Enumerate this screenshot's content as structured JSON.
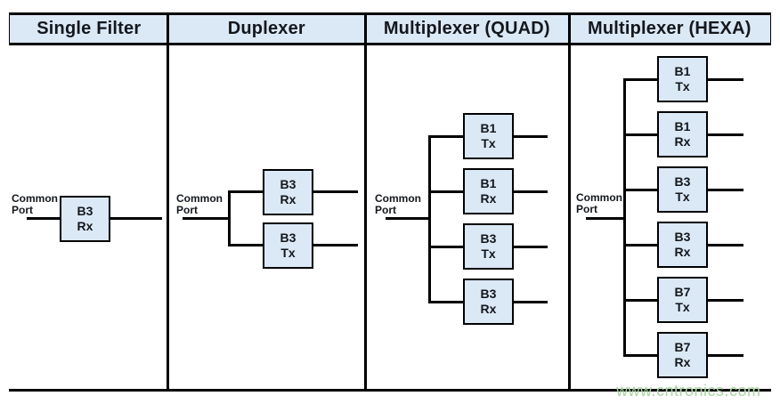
{
  "colors": {
    "cell_fill": "#dbe8f6",
    "line": "#000000",
    "text": "#14171c",
    "watermark": "#a8d6a0"
  },
  "watermark": {
    "text": "www.cntronics.com"
  },
  "columns": [
    {
      "title": "Single Filter",
      "common_port": {
        "line1": "Common",
        "line2": "Port"
      },
      "boxes": [
        {
          "band": "B3",
          "mode": "Rx"
        }
      ]
    },
    {
      "title": "Duplexer",
      "common_port": {
        "line1": "Common",
        "line2": "Port"
      },
      "boxes": [
        {
          "band": "B3",
          "mode": "Rx"
        },
        {
          "band": "B3",
          "mode": "Tx"
        }
      ]
    },
    {
      "title": "Multiplexer (QUAD)",
      "common_port": {
        "line1": "Common",
        "line2": "Port"
      },
      "boxes": [
        {
          "band": "B1",
          "mode": "Tx"
        },
        {
          "band": "B1",
          "mode": "Rx"
        },
        {
          "band": "B3",
          "mode": "Tx"
        },
        {
          "band": "B3",
          "mode": "Rx"
        }
      ]
    },
    {
      "title": "Multiplexer (HEXA)",
      "common_port": {
        "line1": "Common",
        "line2": "Port"
      },
      "boxes": [
        {
          "band": "B1",
          "mode": "Tx"
        },
        {
          "band": "B1",
          "mode": "Rx"
        },
        {
          "band": "B3",
          "mode": "Tx"
        },
        {
          "band": "B3",
          "mode": "Rx"
        },
        {
          "band": "B7",
          "mode": "Tx"
        },
        {
          "band": "B7",
          "mode": "Rx"
        }
      ]
    }
  ]
}
